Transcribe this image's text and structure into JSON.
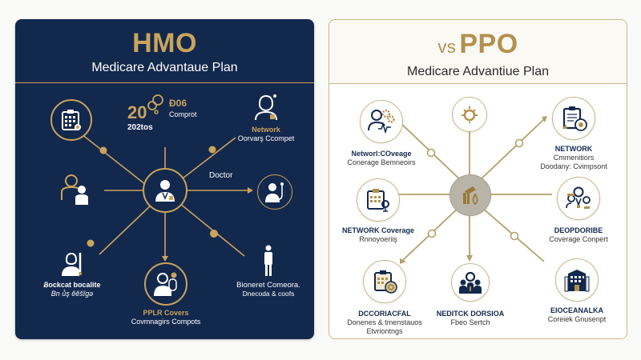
{
  "colors": {
    "navy": "#13284d",
    "gold": "#c9a45c",
    "gold_dark": "#b3914d",
    "ppo_border": "#c8b98a",
    "center_gray": "#b8b4a8"
  },
  "hmo": {
    "title": "HMO",
    "subtitle": "Medicare Advantaue Plan",
    "nodes": {
      "top_left": {
        "icon": "calendar-clipboard-icon",
        "labels": []
      },
      "top_center": {
        "icon": "magnifier-network-icon",
        "big_text": "20",
        "badge": "Ð06",
        "caption": "Comprot",
        "below": "202tos"
      },
      "top_right": {
        "icon": "nurse-doctor-icon",
        "title": "Network",
        "caption": "Oorvarş Ccompet"
      },
      "mid_left": {
        "icon": "doctor-patient-icon",
        "labels": []
      },
      "center": {
        "icon": "doctor-center-icon"
      },
      "mid_right": {
        "icon": "doctor-stethoscope-icon",
        "arrow_label": "Doctor"
      },
      "bottom_left": {
        "icon": "doctor-tool-icon",
        "title": "Ᏸockcat bocalite",
        "caption": "Bn ủ̀ş ĕĕšîgə"
      },
      "bottom_center": {
        "icon": "doctor-device-icon",
        "title": "PPLR Covers",
        "caption": "Covmnagirs Compots"
      },
      "bottom_right": {
        "icon": "person-standing-icon",
        "title": "Bioneret Comeora.",
        "caption": "Dnecoda & coofs"
      }
    }
  },
  "ppo": {
    "title_prefix": "vs",
    "title": "PPO",
    "subtitle": "Medicare Advantiue Plan",
    "nodes": {
      "top_left": {
        "icon": "doctor-gears-icon",
        "title": "Networl:COveage",
        "caption": "Conerage Bemneoirs"
      },
      "top_center": {
        "icon": "sun-gear-icon"
      },
      "top_right": {
        "icon": "clipboard-badge-icon",
        "title": "NETWORK",
        "caption": "Cmmenitiors",
        "caption2": "Doodany: Cvimpsont"
      },
      "mid_left": {
        "icon": "calendar-stethoscope-icon",
        "title": "NETWORK Coverage",
        "caption": "Rnnoyoeriiş"
      },
      "center": {
        "icon": "hand-drop-icon"
      },
      "mid_right": {
        "icon": "doctors-group-icon",
        "title": "DEOPDORIBE",
        "caption": "Coverage Conpert"
      },
      "bottom_left": {
        "icon": "calendar-coin-icon",
        "title": "DCCORIACFAL",
        "caption": "Donenes & tmenstauos",
        "caption2": "Etvriontngs"
      },
      "bottom_center": {
        "icon": "people-group-icon",
        "title": "NEDITCK DORSIOA",
        "caption": "Fbeo Sertch"
      },
      "bottom_right": {
        "icon": "hospital-building-icon",
        "title": "EIOCEANALKA",
        "caption": "Coreiek Gnusenpt"
      }
    }
  }
}
